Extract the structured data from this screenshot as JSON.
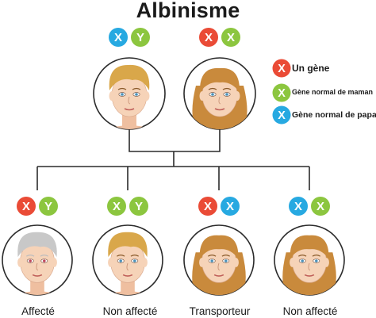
{
  "title": "Albinisme",
  "colors": {
    "red": "#ea4b36",
    "green": "#8cc63f",
    "blue": "#27a9e1",
    "line": "#2b2b2b",
    "skin": "#f6d3b8",
    "blonde": "#d9a74a",
    "auburn": "#c98a3c",
    "white_hair": "#c8c8c8"
  },
  "chromosome_letters": {
    "X": "X",
    "Y": "Y"
  },
  "parents": [
    {
      "id": "father",
      "chromosomes": [
        {
          "letter": "X",
          "color": "blue"
        },
        {
          "letter": "Y",
          "color": "green"
        }
      ]
    },
    {
      "id": "mother",
      "chromosomes": [
        {
          "letter": "X",
          "color": "red"
        },
        {
          "letter": "X",
          "color": "green"
        }
      ]
    }
  ],
  "children": [
    {
      "id": "child-1",
      "label": "Affecté",
      "hair": "white",
      "chromosomes": [
        {
          "letter": "X",
          "color": "red"
        },
        {
          "letter": "Y",
          "color": "green"
        }
      ]
    },
    {
      "id": "child-2",
      "label": "Non affecté",
      "hair": "male",
      "chromosomes": [
        {
          "letter": "X",
          "color": "green"
        },
        {
          "letter": "Y",
          "color": "green"
        }
      ]
    },
    {
      "id": "child-3",
      "label": "Transporteur",
      "hair": "female",
      "chromosomes": [
        {
          "letter": "X",
          "color": "red"
        },
        {
          "letter": "X",
          "color": "blue"
        }
      ]
    },
    {
      "id": "child-4",
      "label": "Non affecté",
      "hair": "female",
      "chromosomes": [
        {
          "letter": "X",
          "color": "blue"
        },
        {
          "letter": "X",
          "color": "green"
        }
      ]
    }
  ],
  "legend": [
    {
      "letter": "X",
      "color": "red",
      "label": "Un gène"
    },
    {
      "letter": "X",
      "color": "green",
      "label": "Gène normal de maman"
    },
    {
      "letter": "X",
      "color": "blue",
      "label": "Gène normal de papa"
    }
  ]
}
